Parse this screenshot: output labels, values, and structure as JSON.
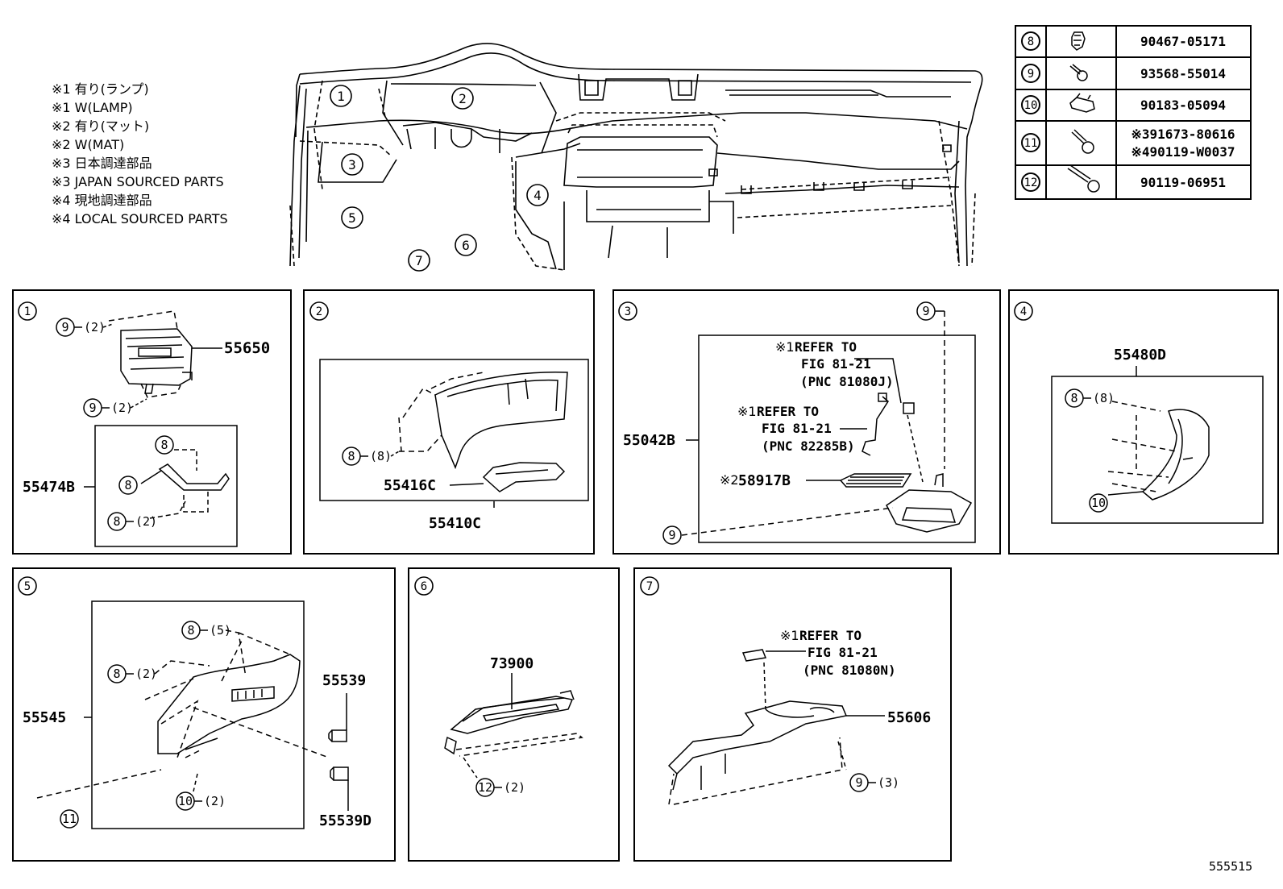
{
  "legend": {
    "lines": [
      "※1 有り(ランプ)",
      "※1 W(LAMP)",
      "※2 有り(マット)",
      "※2 W(MAT)",
      "※3 日本調達部品",
      "※3 JAPAN SOURCED PARTS",
      "※4 現地調達部品",
      "※4 LOCAL SOURCED PARTS"
    ]
  },
  "fastener_table": {
    "rows": [
      {
        "ref": "8",
        "parts": [
          "90467-05171"
        ]
      },
      {
        "ref": "9",
        "parts": [
          "93568-55014"
        ]
      },
      {
        "ref": "10",
        "parts": [
          "90183-05094"
        ]
      },
      {
        "ref": "11",
        "parts": [
          "※391673-80616",
          "※490119-W0037"
        ]
      },
      {
        "ref": "12",
        "parts": [
          "90119-06951"
        ]
      }
    ]
  },
  "overview": {
    "callouts": [
      "1",
      "2",
      "3",
      "4",
      "5",
      "6",
      "7"
    ]
  },
  "panels": {
    "p1": {
      "id": "1",
      "fastener_top": {
        "ref": "9",
        "qty": "(2)"
      },
      "fastener_bottom": {
        "ref": "9",
        "qty": "(2)"
      },
      "part_main": "55650",
      "part_sub": "55474B",
      "sub_clip_a": {
        "ref": "8"
      },
      "sub_clip_b": {
        "ref": "8"
      },
      "sub_clip_c": {
        "ref": "8",
        "qty": "(2)"
      }
    },
    "p2": {
      "id": "2",
      "clip": {
        "ref": "8",
        "qty": "(8)"
      },
      "part_a": "55416C",
      "part_b": "55410C"
    },
    "p3": {
      "id": "3",
      "screw_top": {
        "ref": "9"
      },
      "screw_bottom": {
        "ref": "9"
      },
      "ref1": {
        "mark": "※1",
        "lines": [
          "REFER TO",
          "FIG 81-21",
          "(PNC 81080J)"
        ]
      },
      "ref2": {
        "mark": "※1",
        "lines": [
          "REFER TO",
          "FIG 81-21",
          "(PNC 82285B)"
        ]
      },
      "mat": {
        "mark": "※2",
        "part": "58917B"
      },
      "part_main": "55042B"
    },
    "p4": {
      "id": "4",
      "part_main": "55480D",
      "clip": {
        "ref": "8",
        "qty": "(8)"
      },
      "nut": {
        "ref": "10"
      }
    },
    "p5": {
      "id": "5",
      "clip_a": {
        "ref": "8",
        "qty": "(5)"
      },
      "clip_b": {
        "ref": "8",
        "qty": "(2)"
      },
      "nut": {
        "ref": "10",
        "qty": "(2)"
      },
      "bolt": {
        "ref": "11"
      },
      "part_main": "55545",
      "part_a": "55539",
      "part_b": "55539D"
    },
    "p6": {
      "id": "6",
      "part_main": "73900",
      "bolt": {
        "ref": "12",
        "qty": "(2)"
      }
    },
    "p7": {
      "id": "7",
      "ref1": {
        "mark": "※1",
        "lines": [
          "REFER TO",
          "FIG 81-21",
          "(PNC 81080N)"
        ]
      },
      "part_main": "55606",
      "screw": {
        "ref": "9",
        "qty": "(3)"
      }
    }
  },
  "figure_number": "555515"
}
